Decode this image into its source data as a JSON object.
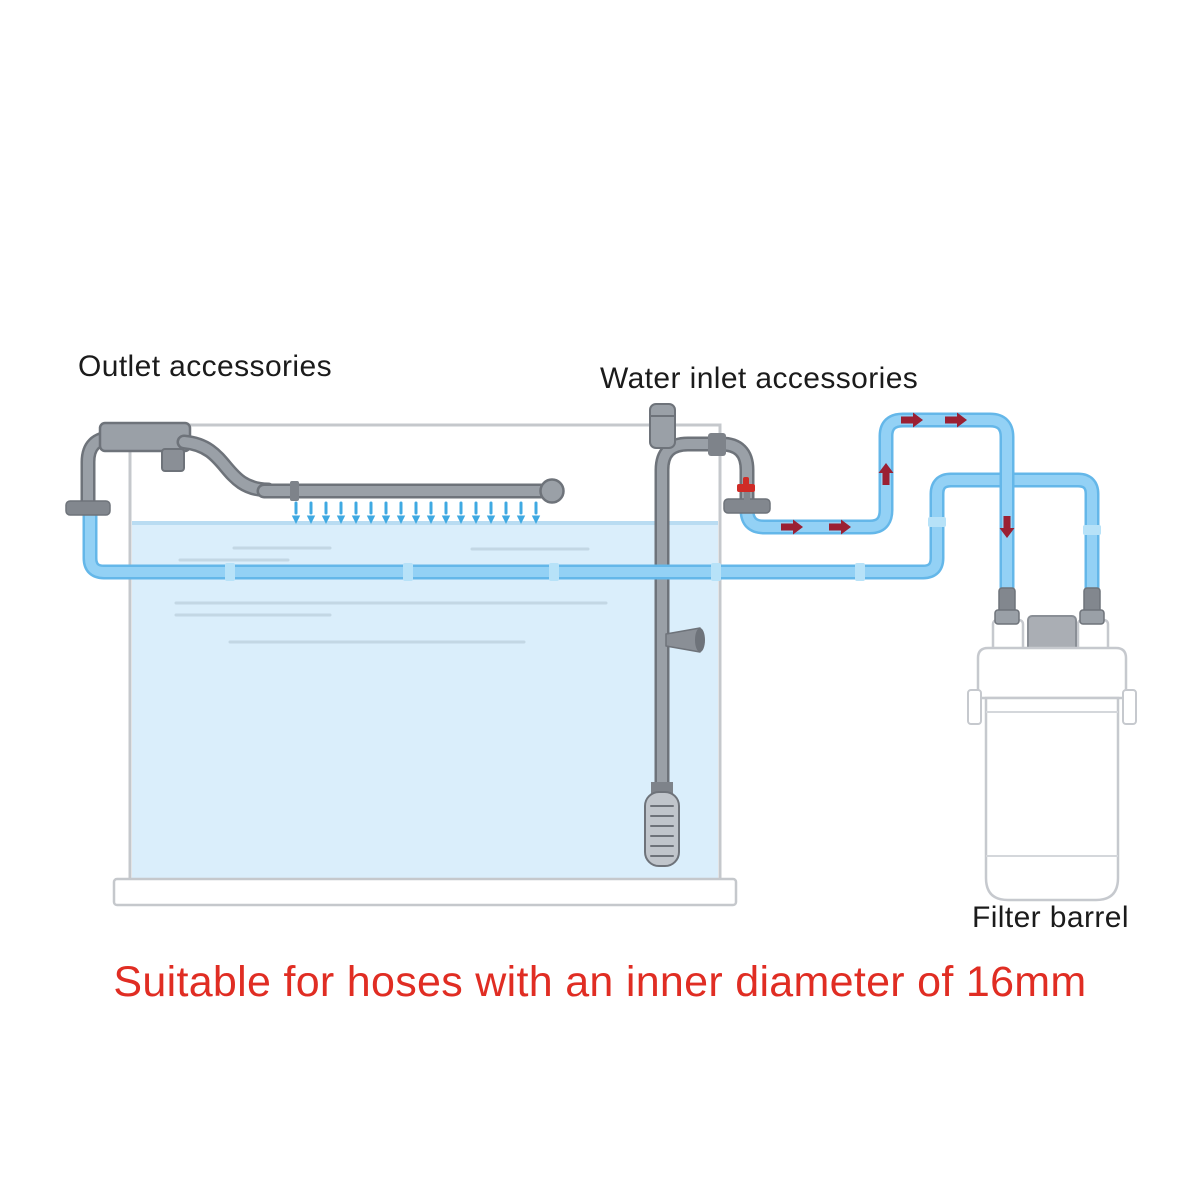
{
  "labels": {
    "outlet": "Outlet accessories",
    "inlet": "Water inlet accessories",
    "filter_barrel": "Filter barrel"
  },
  "note": {
    "text": "Suitable for hoses with an inner diameter of 16mm"
  },
  "colors": {
    "hose_blue_core": "#93d1f5",
    "hose_blue_edge": "#64b7e9",
    "hose_connector_blue": "#b7e2f8",
    "water_fill": "#daeefb",
    "water_surface": "#b9dcf2",
    "spray_blue": "#3fa9e2",
    "pipe_gray": "#9aa0a7",
    "pipe_gray_dark": "#6e737a",
    "fitting_gray": "#82878e",
    "glass_outline": "#c5c8cc",
    "filter_outline": "#c6c9ce",
    "flow_arrow_red": "#9b2033",
    "valve_red": "#cf2b26",
    "note_red": "#e02d23"
  }
}
